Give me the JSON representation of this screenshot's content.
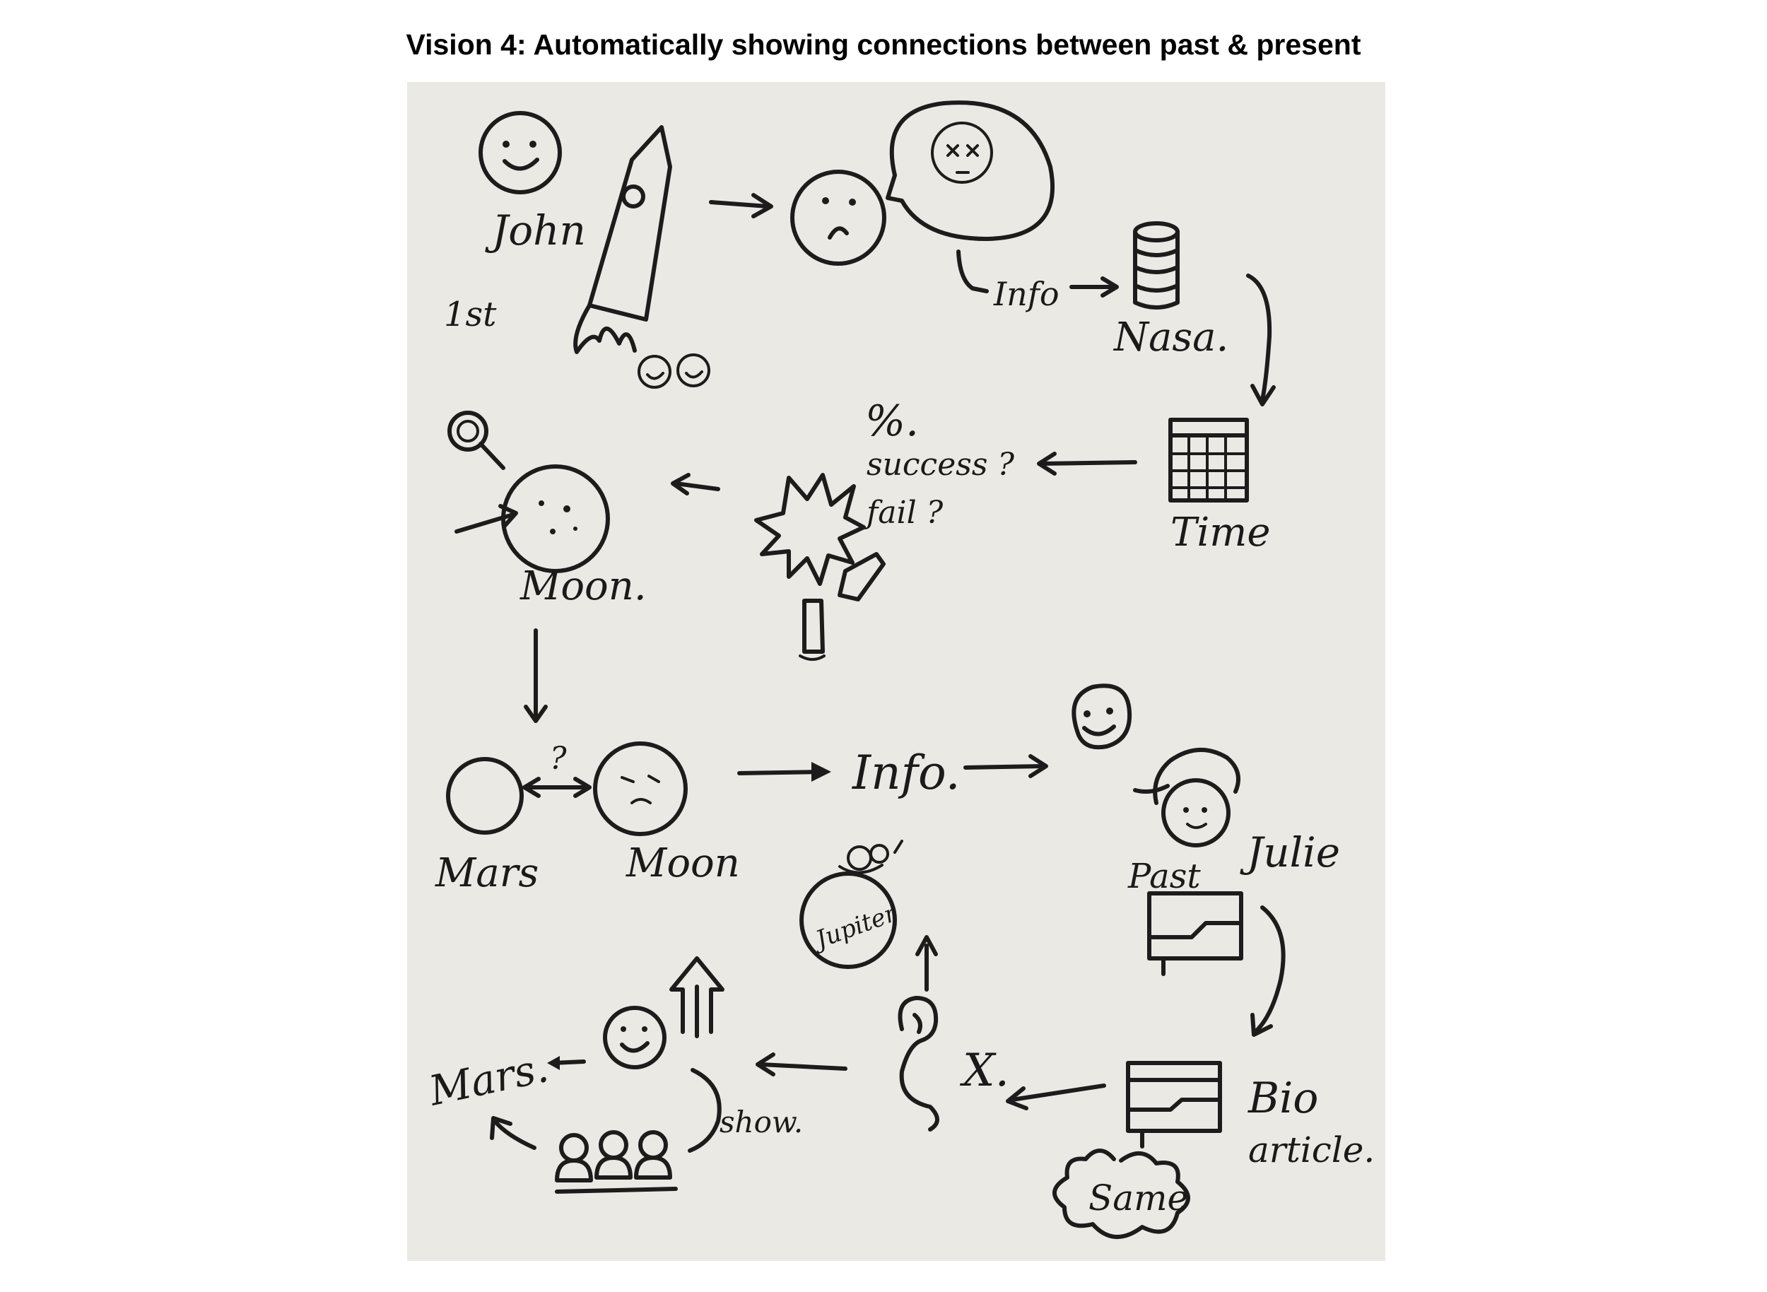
{
  "title": "Vision 4: Automatically showing connections between past & present",
  "labels": {
    "first": "1st",
    "john": "John",
    "info_top": "Info",
    "nasa": "Nasa.",
    "percent": "%.",
    "success": "success ?",
    "fail": "fail ?",
    "time": "Time",
    "moon_top": "Moon.",
    "question": "?",
    "mars_mid": "Mars",
    "moon_mid": "Moon",
    "info_mid": "Info.",
    "julie": "Julie",
    "past": "Past",
    "jupiter": "Jupiter",
    "x_mark": "X.",
    "bio": "Bio",
    "article": "article.",
    "same": "Same",
    "mars_bottom": "Mars.",
    "show": "show."
  },
  "colors": {
    "ink": "#1c1c1c",
    "paper": "#ebe9e4"
  }
}
